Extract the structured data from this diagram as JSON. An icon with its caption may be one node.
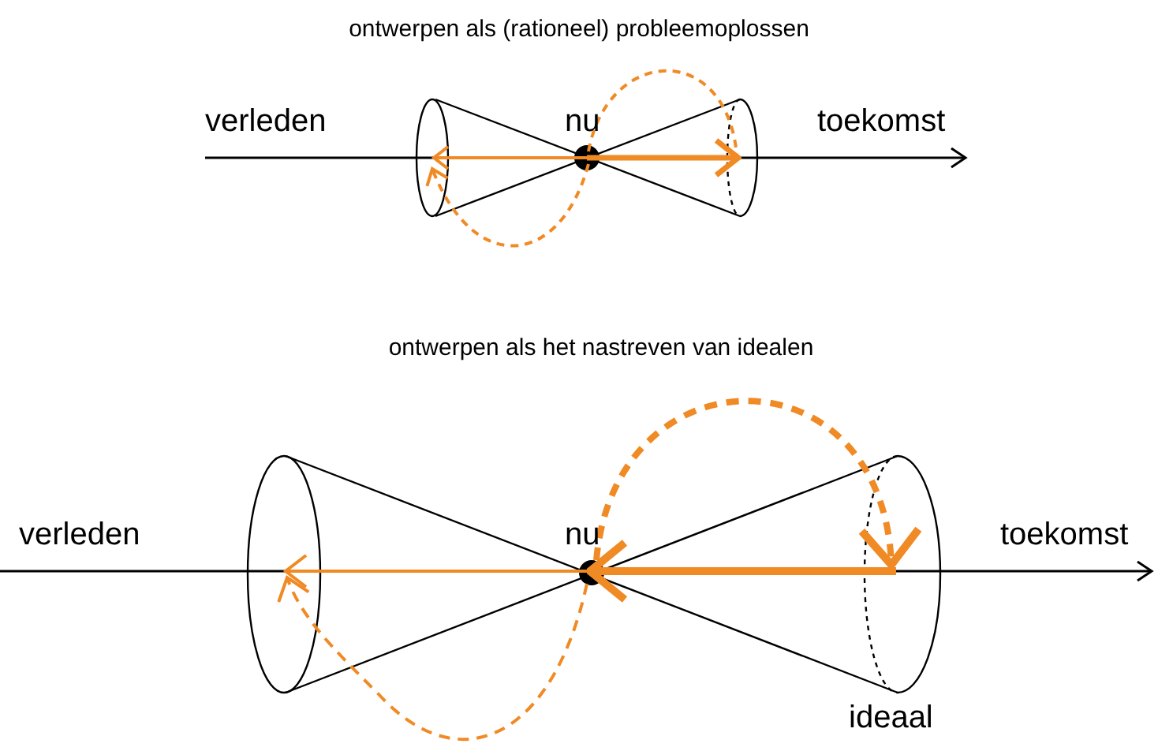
{
  "diagram": {
    "labels": [
      "ontwerpen als (rationeel) probleemoplossen",
      "verleden",
      "nu",
      "toekomst",
      "ontwerpen als het nastreven van idealen",
      "verleden",
      "nu",
      "toekomst",
      "ideaal"
    ]
  }
}
